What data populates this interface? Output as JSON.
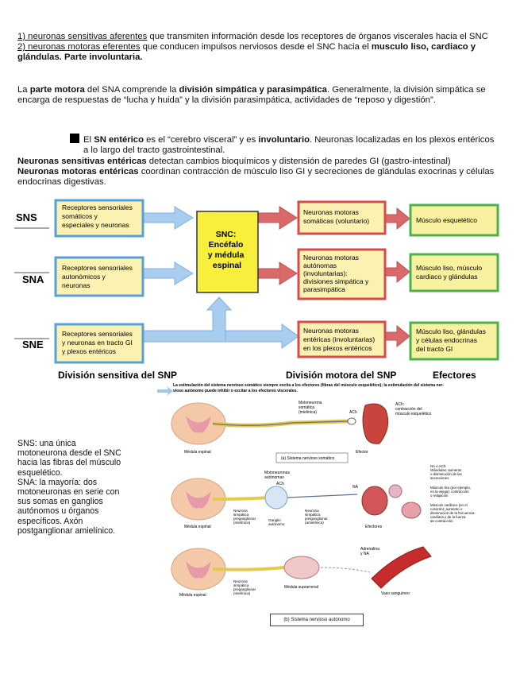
{
  "intro": {
    "item1_link": "1) neuronas sensitivas aferentes",
    "item1_rest": " que transmiten información desde los receptores de órganos viscerales hacia el SNC",
    "item2_link": "2) neuronas motoras eferentes",
    "item2_rest": " que conducen impulsos nerviosos desde el SNC hacia el ",
    "item2_bold": "musculo liso, cardiaco y glándulas. Parte involuntaria."
  },
  "motor_paragraph": {
    "p1": "La ",
    "b1": "parte motora",
    "p2": " del SNA comprende la ",
    "b2": "división simpática y parasimpática",
    "p3": ". Generalmente, la división simpática se encarga de respuestas de “lucha y huida” y la división parasimpática, actividades de “reposo y digestión”."
  },
  "enteric": {
    "p1": "El ",
    "b1": "SN entérico",
    "p2": " es el “cerebro visceral” y es ",
    "b2": "involuntario",
    "p3": ". Neuronas localizadas en los plexos entéricos a lo largo del tracto gastrointestinal.",
    "sens_bold": "Neuronas sensitivas entéricas",
    "sens_rest": " detectan cambios bioquímicos y distensión de paredes GI (gastro-intestinal)",
    "motor_bold": "Neuronas motoras entéricas",
    "motor_rest": " coordinan contracción de músculo liso GI y secreciones de glándulas exocrinas y células endocrinas digestivas."
  },
  "diagram": {
    "row_labels": [
      "SNS",
      "SNA",
      "SNE"
    ],
    "sensory_boxes": [
      [
        "Receptores sensoriales",
        "somáticos  y",
        "especiales y neuronas"
      ],
      [
        "Receptores sensoriales",
        "autonómicos y",
        "neuronas"
      ],
      [
        "Receptores sensoriales",
        "y neuronas en tracto GI",
        "y plexos entéricos"
      ]
    ],
    "cns_box": [
      "SNC:",
      "Encéfalo",
      "y médula",
      "espinal"
    ],
    "motor_boxes": [
      [
        "Neuronas motoras",
        "somáticas (voluntario)"
      ],
      [
        "Neuronas motoras",
        "autónomas",
        "(involuntarias):",
        "divisiones simpática y",
        "parasimpática"
      ],
      [
        "Neuronas motoras",
        "entéricas (involuntarias)",
        "en los plexos entéricos"
      ]
    ],
    "effector_boxes": [
      [
        "Músculo esquelético"
      ],
      [
        "Músculo liso, músculo",
        "cardiaco y glándulas"
      ],
      [
        "Músculo liso, glándulas",
        "y células endocrinas",
        "del tracto GI"
      ]
    ],
    "footer_sensory": "División sensitiva del SNP",
    "footer_motor": "División motora del SNP",
    "footer_effectors": "Efectores",
    "colors": {
      "sensory_fill": "#fbf1b0",
      "sensory_border": "#5aa0d8",
      "cns_fill": "#f7ef3c",
      "cns_border": "#333333",
      "motor_fill": "#fbf1b0",
      "motor_border": "#d84b4b",
      "effector_fill": "#f7f1a0",
      "effector_border": "#4db04d",
      "blue_arrow": "#a9cdef",
      "red_arrow": "#d96a6a"
    }
  },
  "side_note": [
    "SNS: una única",
    "motoneurona desde el SNC",
    "hacia las fibras del músculo",
    "esquelético.",
    "SNA: la mayoría: dos",
    "motoneuronas en serie con",
    "sus somas en ganglios",
    "autónomos u órganos",
    "específicos. Axón",
    "postganglionar amielínico."
  ],
  "figure": {
    "header": [
      "La estimulación del sistema nervioso somático siempre excita a los efectores (fibras del músculo esquelético); la estimulación del sistema ner-",
      "vioso autónomo puede inhibir o excitar a los efectores viscerales."
    ],
    "panel_a": {
      "motoneuron": [
        "Motoneurona",
        "somática",
        "(mielínica)"
      ],
      "ach": "ACh",
      "ach_note": [
        "ACh:",
        "contracción del",
        "músculo esquelético"
      ],
      "cord": "Médula espinal",
      "effector": "Efector",
      "caption": "(a) Sistema nervioso somático"
    },
    "panel_b": {
      "motoneurons": [
        "Motoneuronas",
        "autónomas"
      ],
      "ach": "ACh",
      "na": "NA",
      "pre": [
        "Neurona",
        "simpática",
        "preganglionar",
        "(mielínica)"
      ],
      "ganglion": [
        "Ganglio",
        "autónomo"
      ],
      "post": [
        "Neurona",
        "simpática",
        "posganglionar",
        "(amielínica)"
      ],
      "cord": "Médula espinal",
      "effectors": "Efectores",
      "notes": [
        "NA o ACh:",
        "Glándulas: aumento",
        "o disminución de las",
        "secreciones",
        "Músculo liso (por ejemplo,",
        "en la vejiga): contracción",
        "o relajación",
        "Músculo cardíaco (en el",
        "corazón): aumento o",
        "disminución de la frecuencia",
        "cardíaca y de la fuerza",
        "de contracción"
      ]
    },
    "panel_c": {
      "cord": "Médula espinal",
      "pre": [
        "Neurona",
        "simpática",
        "preganglionar",
        "(mielínica)"
      ],
      "adrenal": "Médula suprarrenal",
      "adrenaline": [
        "Adrenalina",
        "y NA"
      ],
      "vessel": "Vaso sanguíneo"
    },
    "caption_b": "(b) Sistema nervioso autónomo"
  }
}
